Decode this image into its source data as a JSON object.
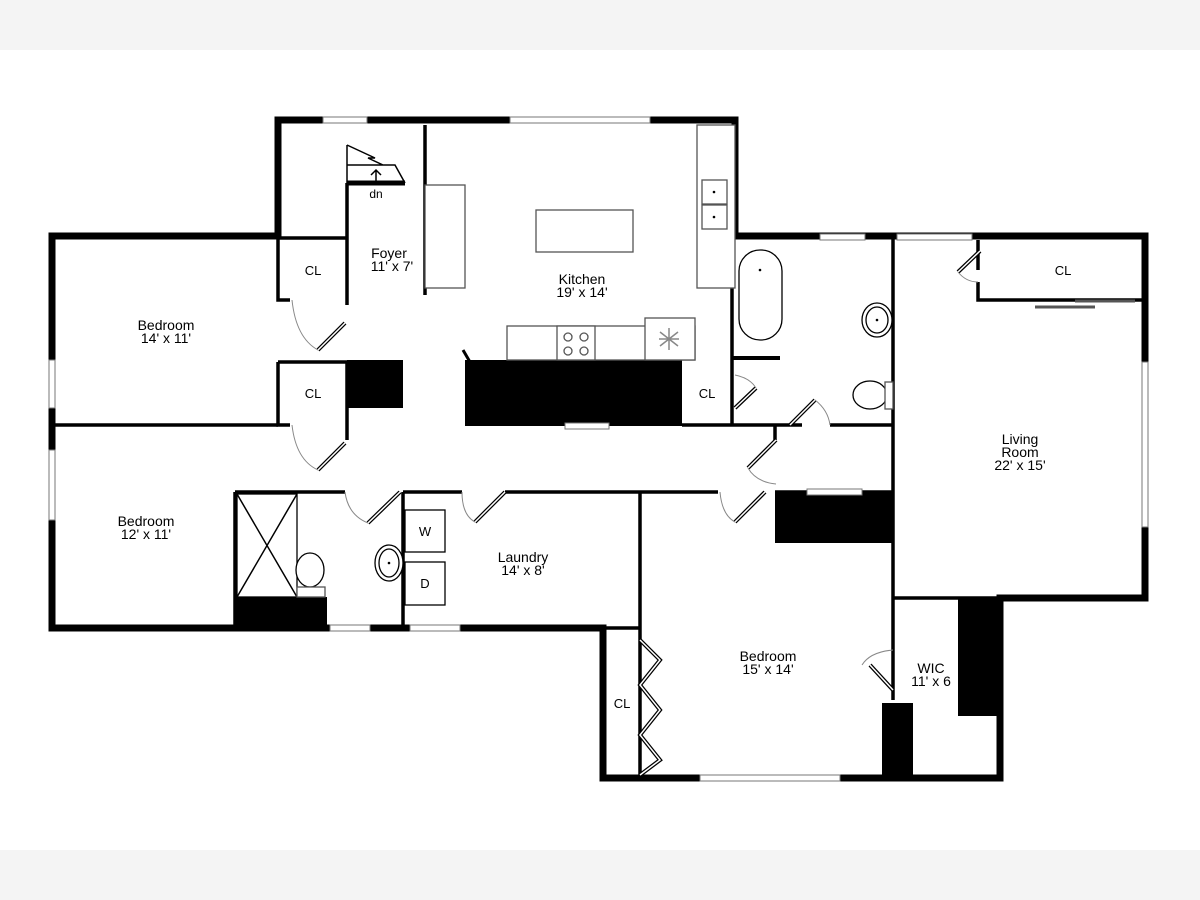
{
  "rooms": {
    "bedroom1": {
      "name": "Bedroom",
      "size": "14' x 11'"
    },
    "bedroom2": {
      "name": "Bedroom",
      "size": "12' x 11'"
    },
    "bedroom3": {
      "name": "Bedroom",
      "size": "15' x 14'"
    },
    "foyer": {
      "name": "Foyer",
      "size": "11' x 7'"
    },
    "kitchen": {
      "name": "Kitchen",
      "size": "19' x 14'"
    },
    "laundry": {
      "name": "Laundry",
      "size": "14' x 8'"
    },
    "living": {
      "name_line1": "Living",
      "name_line2": "Room",
      "size": "22' x 15'"
    },
    "wic": {
      "name": "WIC",
      "size": "11' x 6"
    }
  },
  "closets": [
    "CL",
    "CL",
    "CL",
    "CL",
    "CL"
  ],
  "appliances": {
    "washer": "W",
    "dryer": "D"
  },
  "stairs": {
    "label": "dn"
  }
}
